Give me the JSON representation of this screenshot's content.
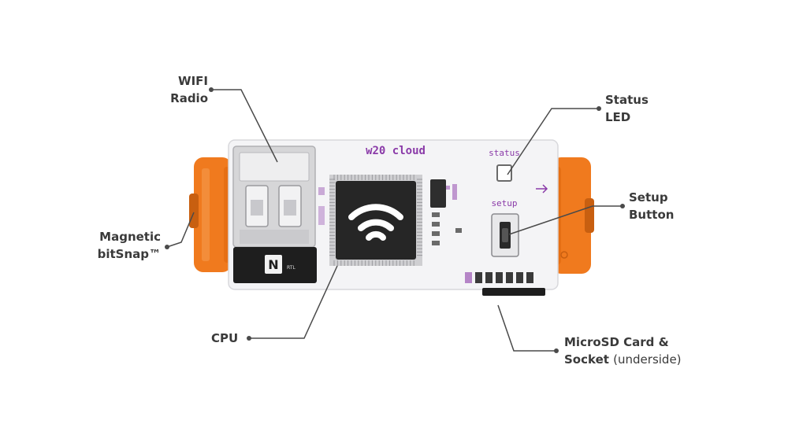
{
  "board": {
    "title": "w20 cloud",
    "status_mark": "status",
    "setup_mark": "setup",
    "nfc_mark": "N",
    "nfc_sub": "RTL"
  },
  "labels": {
    "wifi_line1": "WIFI",
    "wifi_line2": "Radio",
    "status_line1": "Status",
    "status_line2": "LED",
    "setup_line1": "Setup",
    "setup_line2": "Button",
    "magnetic_line1": "Magnetic",
    "magnetic_line2": "bitSnap™",
    "cpu": "CPU",
    "microsd_line1": "MicroSD Card &",
    "microsd_line2_main": "Socket",
    "microsd_line2_note": "(underside)"
  },
  "colors": {
    "board": "#f4f4f6",
    "board_edge": "#d8d8dc",
    "connector": "#f07a1e",
    "connector_dark": "#c85f10",
    "chip": "#2a2a2a",
    "silkscreen": "#8a3aa8",
    "leader": "#4a4a4a",
    "usb_metal": "#dcdcdc"
  }
}
